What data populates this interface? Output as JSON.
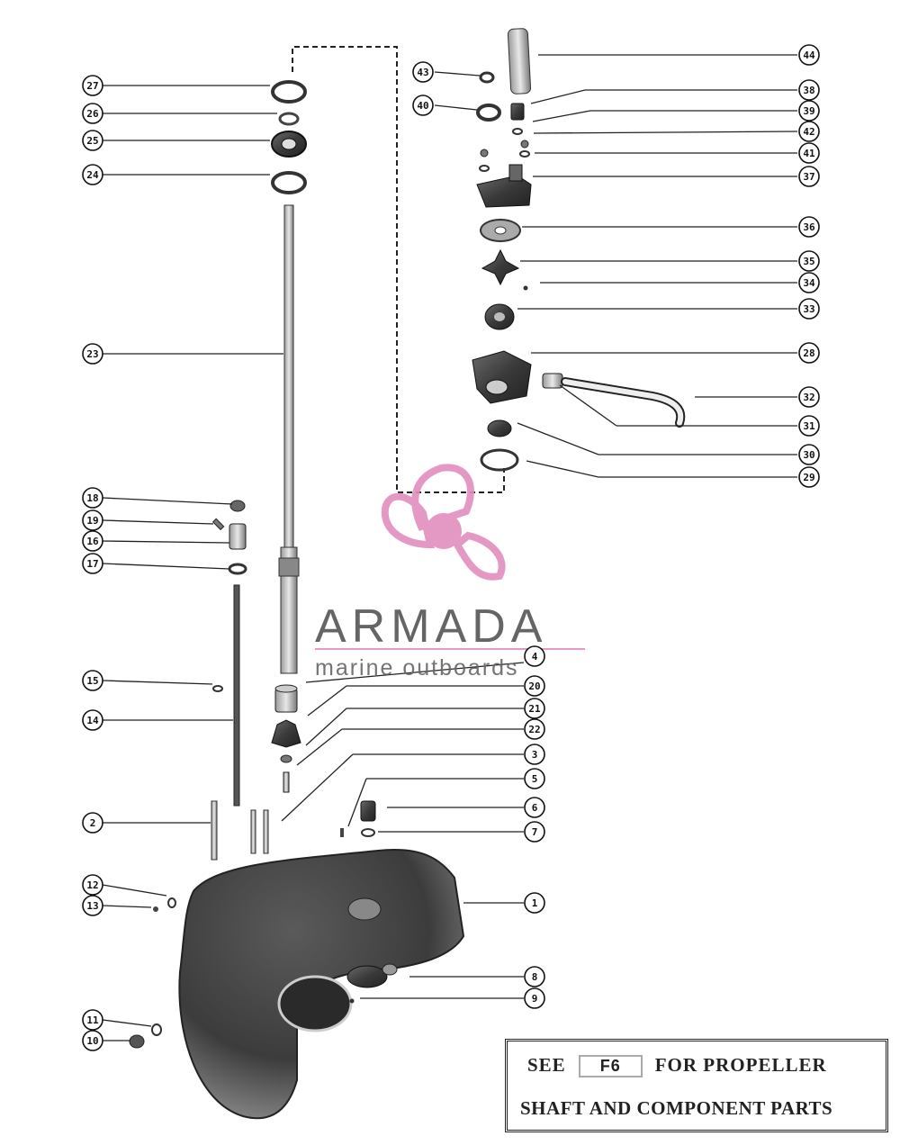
{
  "watermark": {
    "brand_name": "ARMADA",
    "tagline": "marine outboards",
    "accent_color": "#e08fbd"
  },
  "note": {
    "see": "SEE",
    "ref": "F6",
    "for": "FOR PROPELLER",
    "line2": "SHAFT AND COMPONENT PARTS"
  },
  "callouts": [
    {
      "id": "27",
      "label": "27"
    },
    {
      "id": "26",
      "label": "26"
    },
    {
      "id": "25",
      "label": "25"
    },
    {
      "id": "24",
      "label": "24"
    },
    {
      "id": "23",
      "label": "23"
    },
    {
      "id": "18",
      "label": "18"
    },
    {
      "id": "19",
      "label": "19"
    },
    {
      "id": "16",
      "label": "16"
    },
    {
      "id": "17",
      "label": "17"
    },
    {
      "id": "15",
      "label": "15"
    },
    {
      "id": "14",
      "label": "14"
    },
    {
      "id": "2",
      "label": "2"
    },
    {
      "id": "12",
      "label": "12"
    },
    {
      "id": "13",
      "label": "13"
    },
    {
      "id": "11",
      "label": "11"
    },
    {
      "id": "10",
      "label": "10"
    },
    {
      "id": "43",
      "label": "43"
    },
    {
      "id": "40",
      "label": "40"
    },
    {
      "id": "44",
      "label": "44"
    },
    {
      "id": "38",
      "label": "38"
    },
    {
      "id": "39",
      "label": "39"
    },
    {
      "id": "42",
      "label": "42"
    },
    {
      "id": "41",
      "label": "41"
    },
    {
      "id": "37",
      "label": "37"
    },
    {
      "id": "36",
      "label": "36"
    },
    {
      "id": "35",
      "label": "35"
    },
    {
      "id": "34",
      "label": "34"
    },
    {
      "id": "33",
      "label": "33"
    },
    {
      "id": "28",
      "label": "28"
    },
    {
      "id": "32",
      "label": "32"
    },
    {
      "id": "31",
      "label": "31"
    },
    {
      "id": "30",
      "label": "30"
    },
    {
      "id": "29",
      "label": "29"
    },
    {
      "id": "4",
      "label": "4"
    },
    {
      "id": "20",
      "label": "20"
    },
    {
      "id": "21",
      "label": "21"
    },
    {
      "id": "22",
      "label": "22"
    },
    {
      "id": "3",
      "label": "3"
    },
    {
      "id": "5",
      "label": "5"
    },
    {
      "id": "6",
      "label": "6"
    },
    {
      "id": "7",
      "label": "7"
    },
    {
      "id": "1",
      "label": "1"
    },
    {
      "id": "8",
      "label": "8"
    },
    {
      "id": "9",
      "label": "9"
    }
  ]
}
